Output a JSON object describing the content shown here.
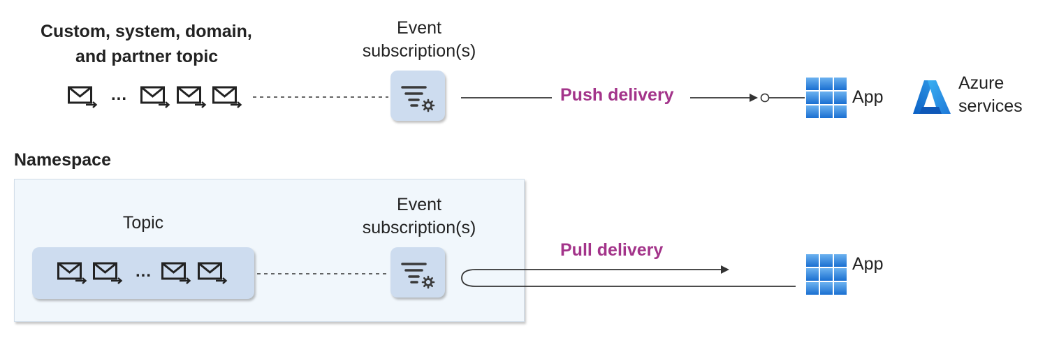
{
  "top": {
    "source_title_line1": "Custom, system, domain,",
    "source_title_line2": "and partner topic",
    "subscription_label_line1": "Event",
    "subscription_label_line2": "subscription(s)",
    "push_label": "Push delivery",
    "app_label": "App",
    "azure_label_line1": "Azure",
    "azure_label_line2": "services",
    "ellipsis": "..."
  },
  "bottom": {
    "namespace_label": "Namespace",
    "topic_label": "Topic",
    "subscription_label_line1": "Event",
    "subscription_label_line2": "subscription(s)",
    "pull_label": "Pull delivery",
    "app_label": "App",
    "ellipsis": "..."
  },
  "colors": {
    "delivery_text": "#a3348a",
    "box_fill": "#cddcef",
    "namespace_fill": "#f1f7fc",
    "app_tile_light": "#5ea8ee",
    "app_tile_dark": "#1a6fd1",
    "azure_logo_light": "#3ab0f2",
    "azure_logo_dark": "#0a5fc4"
  },
  "icons": {
    "envelope": "envelope-arrow-icon",
    "filter_settings": "filter-settings-icon",
    "app": "app-grid-icon",
    "azure": "azure-logo-icon"
  }
}
